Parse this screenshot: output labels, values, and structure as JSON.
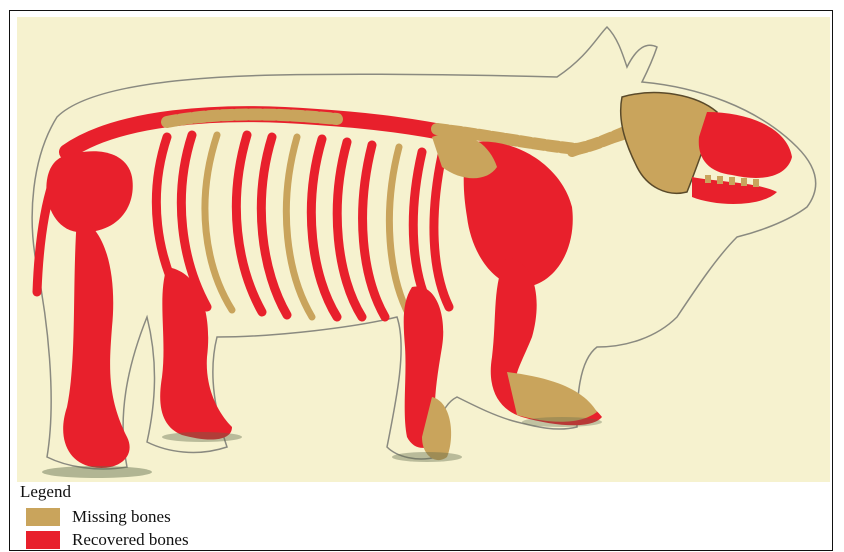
{
  "legend": {
    "title": "Legend",
    "items": [
      {
        "label": "Missing bones",
        "color": "#c9a45c"
      },
      {
        "label": "Recovered bones",
        "color": "#e8202c"
      }
    ]
  },
  "colors": {
    "background": "#f6f2cf",
    "recovered": "#e8202c",
    "missing": "#c9a45c",
    "outline": "#8a8a80"
  }
}
